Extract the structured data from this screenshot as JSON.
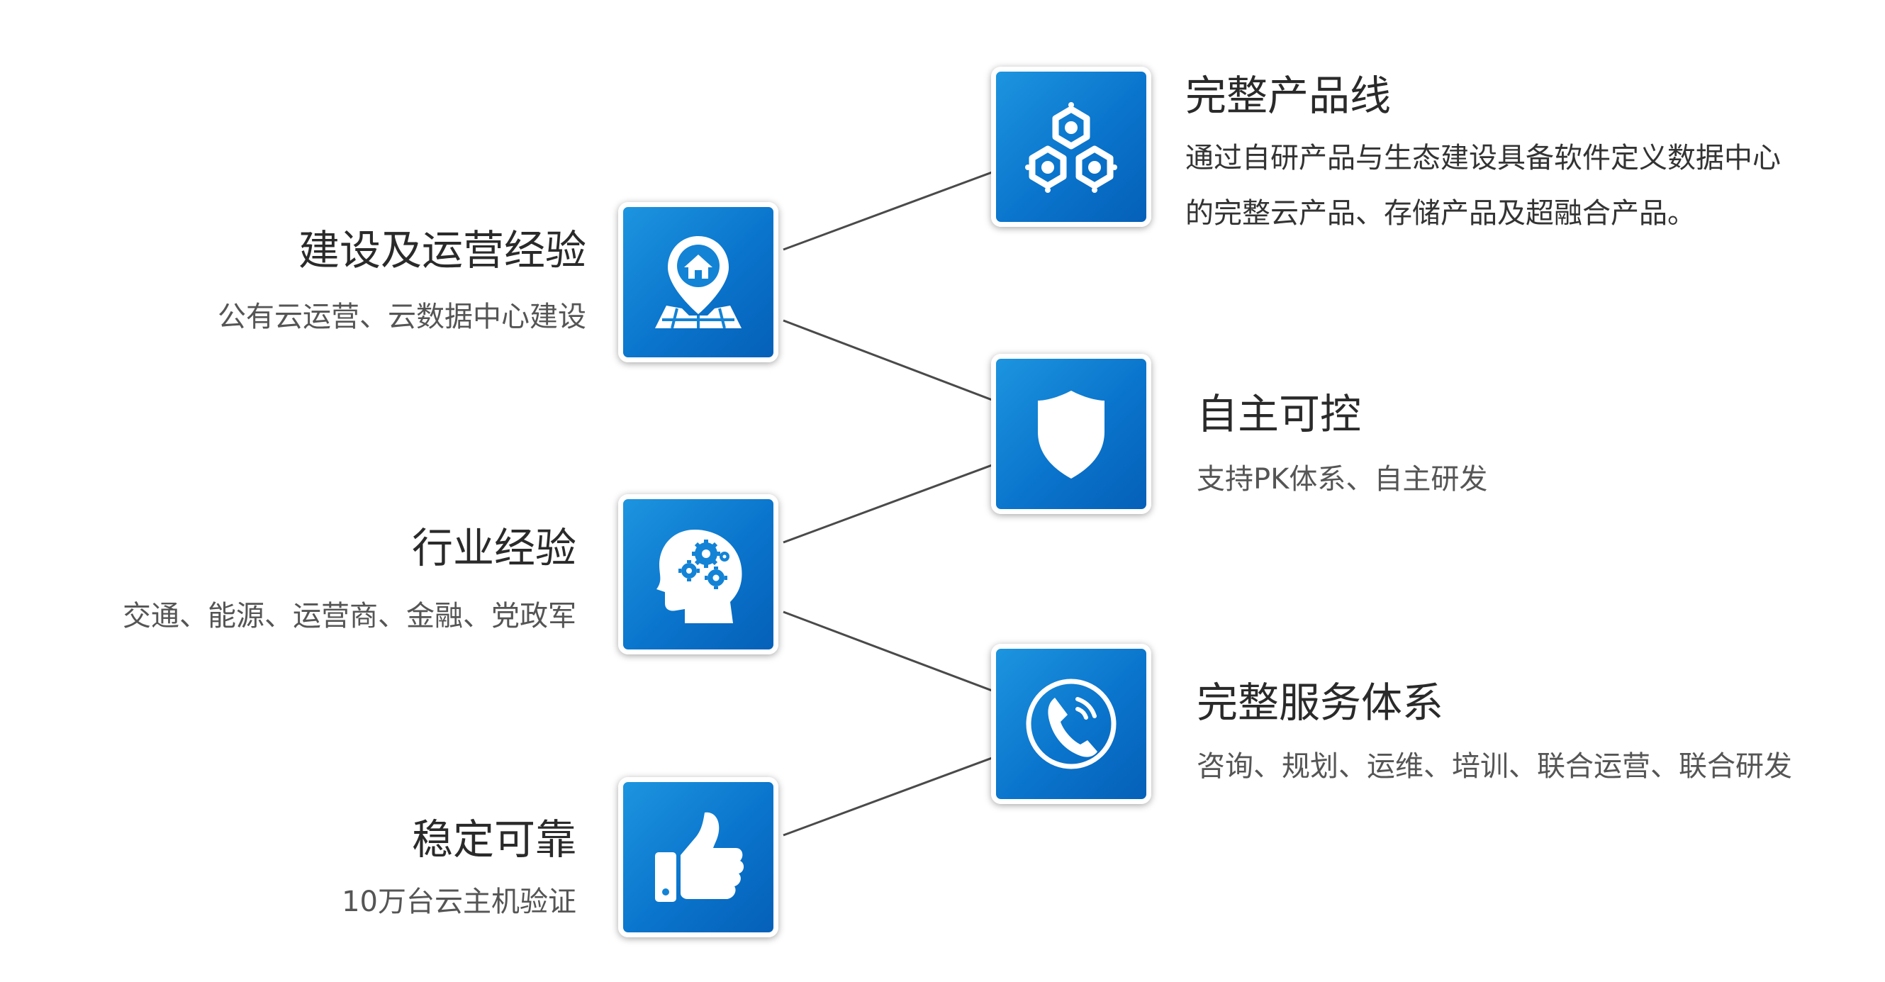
{
  "features": {
    "construction": {
      "title": "建设及运营经验",
      "desc": "公有云运营、云数据中心建设",
      "icon": "map-pin-house-icon"
    },
    "industry": {
      "title": "行业经验",
      "desc": "交通、能源、运营商、金融、党政军",
      "icon": "head-gears-icon"
    },
    "stable": {
      "title": "稳定可靠",
      "desc": "10万台云主机验证",
      "icon": "thumbs-up-icon"
    },
    "product_line": {
      "title": "完整产品线",
      "desc_line1": "通过自研产品与生态建设具备软件定义数据中心",
      "desc_line2": "的完整云产品、存储产品及超融合产品。",
      "icon": "hexagon-network-icon"
    },
    "autonomous": {
      "title": "自主可控",
      "desc": "支持PK体系、自主研发",
      "icon": "shield-icon"
    },
    "service": {
      "title": "完整服务体系",
      "desc": "咨询、规划、运维、培训、联合运营、联合研发",
      "icon": "phone-icon"
    }
  },
  "colors": {
    "tile_gradient_start": "#1d95df",
    "tile_gradient_end": "#0560b8",
    "connector": "#4a4a4a",
    "title_text": "#2a2a2a",
    "desc_text": "#555555"
  }
}
